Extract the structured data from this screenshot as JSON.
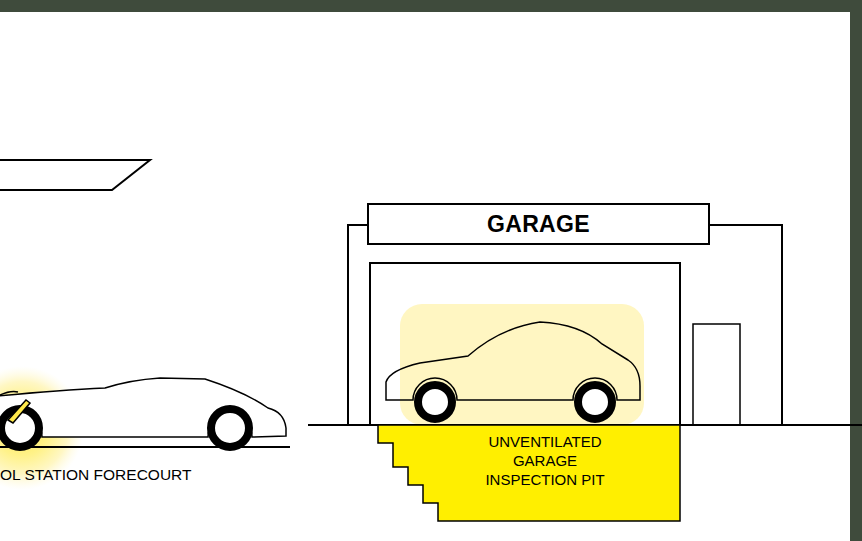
{
  "diagram": {
    "nodes": [
      {
        "text": [
          "GARAGE"
        ]
      },
      {
        "text": [
          "UNVENTILATED GARAGE INSPECTION PIT"
        ]
      }
    ],
    "labels": [
      "OL STATION FORECOURT"
    ]
  }
}
